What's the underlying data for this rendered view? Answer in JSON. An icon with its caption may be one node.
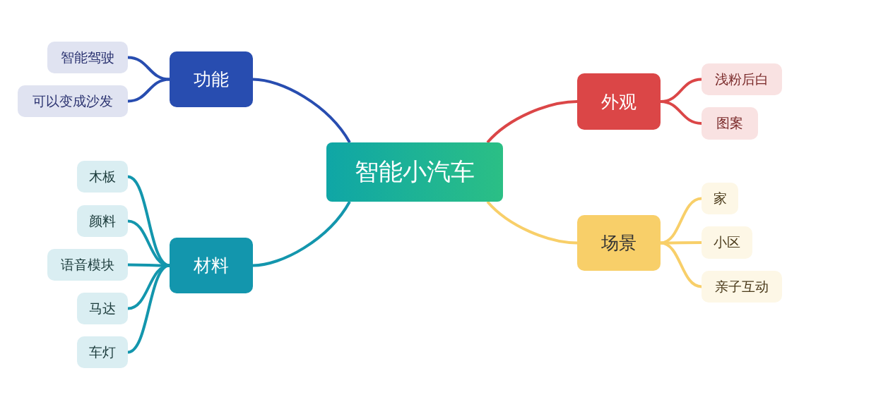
{
  "diagram": {
    "nodes": [
      {
        "text": [
          "智能小汽车"
        ]
      },
      {
        "text": [
          "功能"
        ]
      },
      {
        "text": [
          "智能驾驶"
        ]
      },
      {
        "text": [
          "可以变成沙发"
        ]
      },
      {
        "text": [
          "材料"
        ]
      },
      {
        "text": [
          "木板"
        ]
      },
      {
        "text": [
          "颜料"
        ]
      },
      {
        "text": [
          "语音模块"
        ]
      },
      {
        "text": [
          "马达"
        ]
      },
      {
        "text": [
          "车灯"
        ]
      },
      {
        "text": [
          "外观"
        ]
      },
      {
        "text": [
          "浅粉后白"
        ]
      },
      {
        "text": [
          "图案"
        ]
      },
      {
        "text": [
          "场景"
        ]
      },
      {
        "text": [
          "家"
        ]
      },
      {
        "text": [
          "小区"
        ]
      },
      {
        "text": [
          "亲子互动"
        ]
      }
    ],
    "edges": [
      {
        "from": 0,
        "to": 1,
        "arrow": "none",
        "color": "#284db0"
      },
      {
        "from": 1,
        "to": 2,
        "arrow": "none",
        "color": "#284db0"
      },
      {
        "from": 1,
        "to": 3,
        "arrow": "none",
        "color": "#284db0"
      },
      {
        "from": 0,
        "to": 4,
        "arrow": "none",
        "color": "#1396ad"
      },
      {
        "from": 4,
        "to": 5,
        "arrow": "none",
        "color": "#1396ad"
      },
      {
        "from": 4,
        "to": 6,
        "arrow": "none",
        "color": "#1396ad"
      },
      {
        "from": 4,
        "to": 7,
        "arrow": "none",
        "color": "#1396ad"
      },
      {
        "from": 4,
        "to": 8,
        "arrow": "none",
        "color": "#1396ad"
      },
      {
        "from": 4,
        "to": 9,
        "arrow": "none",
        "color": "#1396ad"
      },
      {
        "from": 0,
        "to": 10,
        "arrow": "none",
        "color": "#db4647"
      },
      {
        "from": 10,
        "to": 11,
        "arrow": "none",
        "color": "#db4647"
      },
      {
        "from": 10,
        "to": 12,
        "arrow": "none",
        "color": "#db4647"
      },
      {
        "from": 0,
        "to": 13,
        "arrow": "none",
        "color": "#f8cf69"
      },
      {
        "from": 13,
        "to": 14,
        "arrow": "none",
        "color": "#f8cf69"
      },
      {
        "from": 13,
        "to": 15,
        "arrow": "none",
        "color": "#f8cf69"
      },
      {
        "from": 13,
        "to": 16,
        "arrow": "none",
        "color": "#f8cf69"
      }
    ]
  }
}
